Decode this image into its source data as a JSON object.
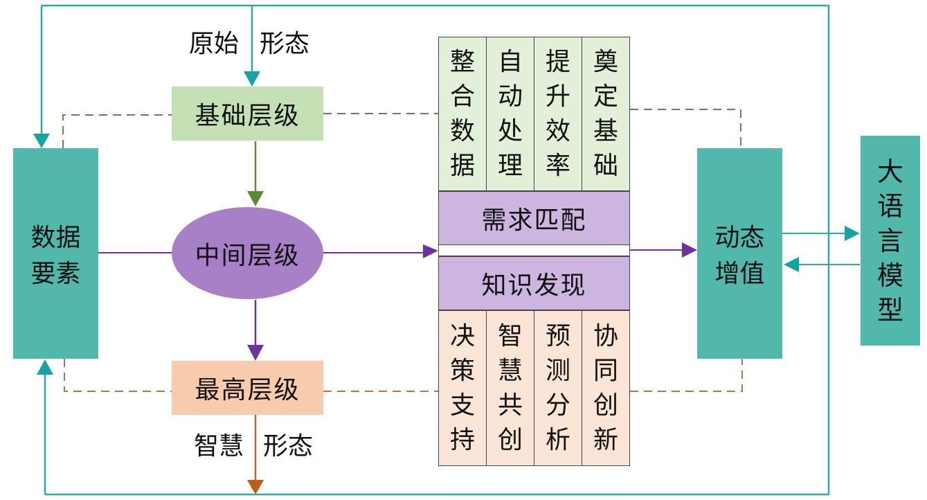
{
  "diagram": {
    "left_box": {
      "lines": [
        "数据",
        "要素"
      ]
    },
    "right_box": {
      "lines": [
        "动态",
        "增值"
      ]
    },
    "far_right_box": {
      "chars": [
        "大",
        "语",
        "言",
        "模",
        "型"
      ]
    },
    "levels": {
      "base": "基础层级",
      "middle": "中间层级",
      "top": "最高层级"
    },
    "annotations": {
      "top_left": "原始",
      "top_right": "形态",
      "bottom_left": "智慧",
      "bottom_right": "形态"
    },
    "base_functions": [
      {
        "chars": [
          "整",
          "合",
          "数",
          "据"
        ]
      },
      {
        "chars": [
          "自",
          "动",
          "处",
          "理"
        ]
      },
      {
        "chars": [
          "提",
          "升",
          "效",
          "率"
        ]
      },
      {
        "chars": [
          "奠",
          "定",
          "基",
          "础"
        ]
      }
    ],
    "middle_functions": [
      "需求匹配",
      "知识发现"
    ],
    "top_functions": [
      {
        "chars": [
          "决",
          "策",
          "支",
          "持"
        ]
      },
      {
        "chars": [
          "智",
          "慧",
          "共",
          "创"
        ]
      },
      {
        "chars": [
          "预",
          "测",
          "分",
          "析"
        ]
      },
      {
        "chars": [
          "协",
          "同",
          "创",
          "新"
        ]
      }
    ],
    "colors": {
      "teal": "#52b8ab",
      "teal_line": "#2ea7a6",
      "green_line": "#5f8a3c",
      "purple_line": "#7030a0",
      "orange_line": "#c0622b",
      "dash_green": "#6b7d55",
      "dash_orange": "#b0764a"
    }
  }
}
